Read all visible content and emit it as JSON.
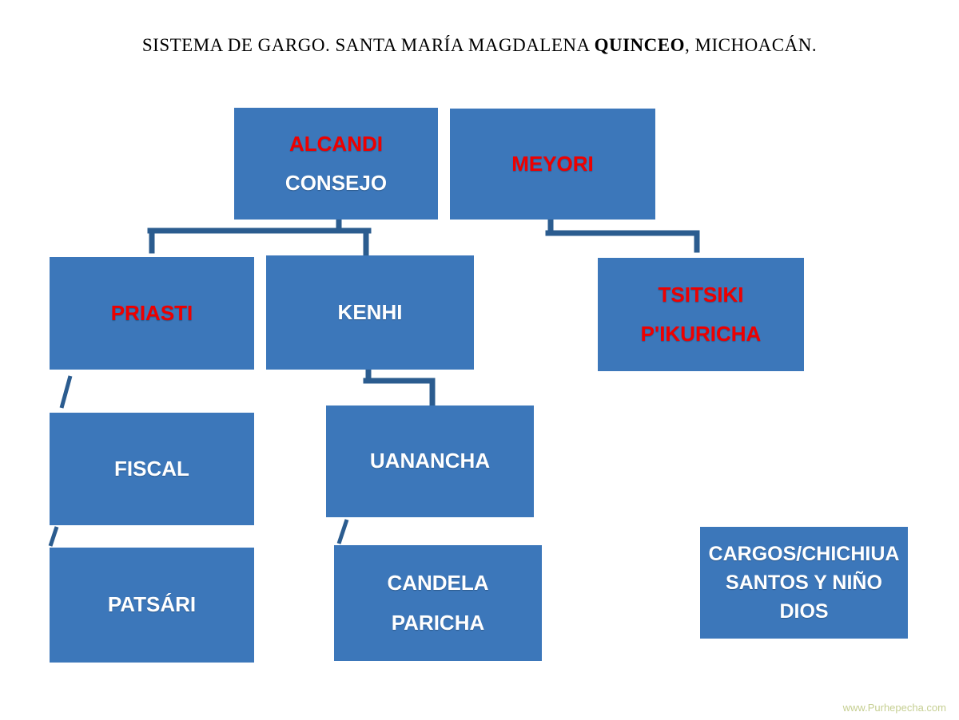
{
  "title": {
    "part1": "SISTEMA DE GARGO. SANTA MARÍA MAGDALENA ",
    "bold": "QUINCEO",
    "part2": ", MICHOACÁN."
  },
  "nodes": {
    "alcandi": {
      "line1": "ALCANDI",
      "line2": "CONSEJO"
    },
    "meyori": {
      "line1": "MEYORI"
    },
    "priasti": {
      "line1": "PRIASTI"
    },
    "kenhi": {
      "line1": "KENHI"
    },
    "tsitsiki": {
      "line1": "TSITSIKI",
      "line2": "P'IKURICHA"
    },
    "fiscal": {
      "line1": "FISCAL"
    },
    "uanancha": {
      "line1": "UANANCHA"
    },
    "patsari": {
      "line1": "PATSÁRI"
    },
    "candela": {
      "line1": "CANDELA",
      "line2": "PARICHA"
    },
    "cargos": {
      "line1": "CARGOS/CHICHIUA",
      "line2": "SANTOS Y NIÑO",
      "line3": "DIOS"
    }
  },
  "watermark": "www.Purhepecha.com",
  "colors": {
    "box_fill": "#3c77ba",
    "connector": "#2b5c8f",
    "red_text": "#ee0000",
    "white_text": "#ffffff",
    "title_text": "#000000",
    "watermark_text": "#c6cf92"
  }
}
